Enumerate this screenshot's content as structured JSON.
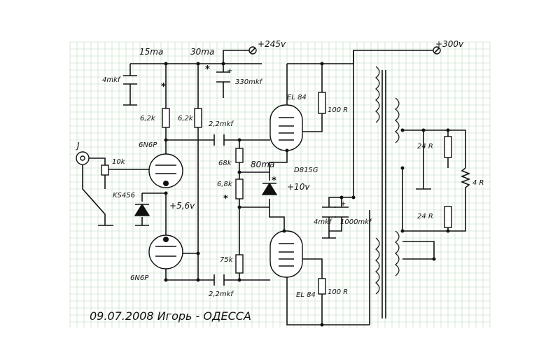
{
  "labels": {
    "i15": "15ma",
    "i30": "30ma",
    "v245": "+245v",
    "v300": "+300v",
    "c4mkf_top": "4mkf",
    "c330": "330mkf",
    "r62a": "6,2k",
    "r62b": "6,2k",
    "c22top": "2,2mkf",
    "tube_el84_top": "EL 84",
    "r100_top": "100 R",
    "jack": "J",
    "pot10k": "10k",
    "tube_6n6p_top": "6N6P",
    "r68k": "68k",
    "i80": "80ma",
    "d815g": "D815G",
    "r68k_small": "6,8k",
    "v10": "+10v",
    "ks456": "KS456",
    "v56": "+5,6v",
    "c4mkf_mid": "4mkf",
    "c1000": "1000mkf",
    "r24a": "24 R",
    "r4": "4 R",
    "r24b": "24 R",
    "r75k": "75k",
    "tube_6n6p_bot": "6N6P",
    "c22bot": "2,2mkf",
    "tube_el84_bot": "EL 84",
    "r100_bot": "100 R",
    "star_mark": "*"
  },
  "footer": {
    "caption": "09.07.2008 Игорь - ОДЕССА"
  }
}
